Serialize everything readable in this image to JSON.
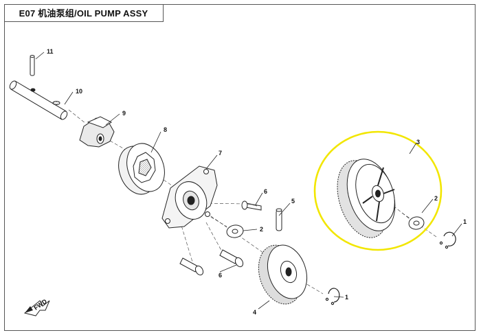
{
  "title": "E07 机油泵组/OIL PUMP ASSY",
  "fwd_label": "FWD",
  "highlight_color": "#f2e600",
  "callouts": {
    "c11": "11",
    "c10": "10",
    "c9": "9",
    "c8": "8",
    "c7": "7",
    "c6a": "6",
    "c6b": "6",
    "c5": "5",
    "c2a": "2",
    "c2b": "2",
    "c3": "3",
    "c1a": "1",
    "c1b": "1",
    "c4": "4"
  }
}
